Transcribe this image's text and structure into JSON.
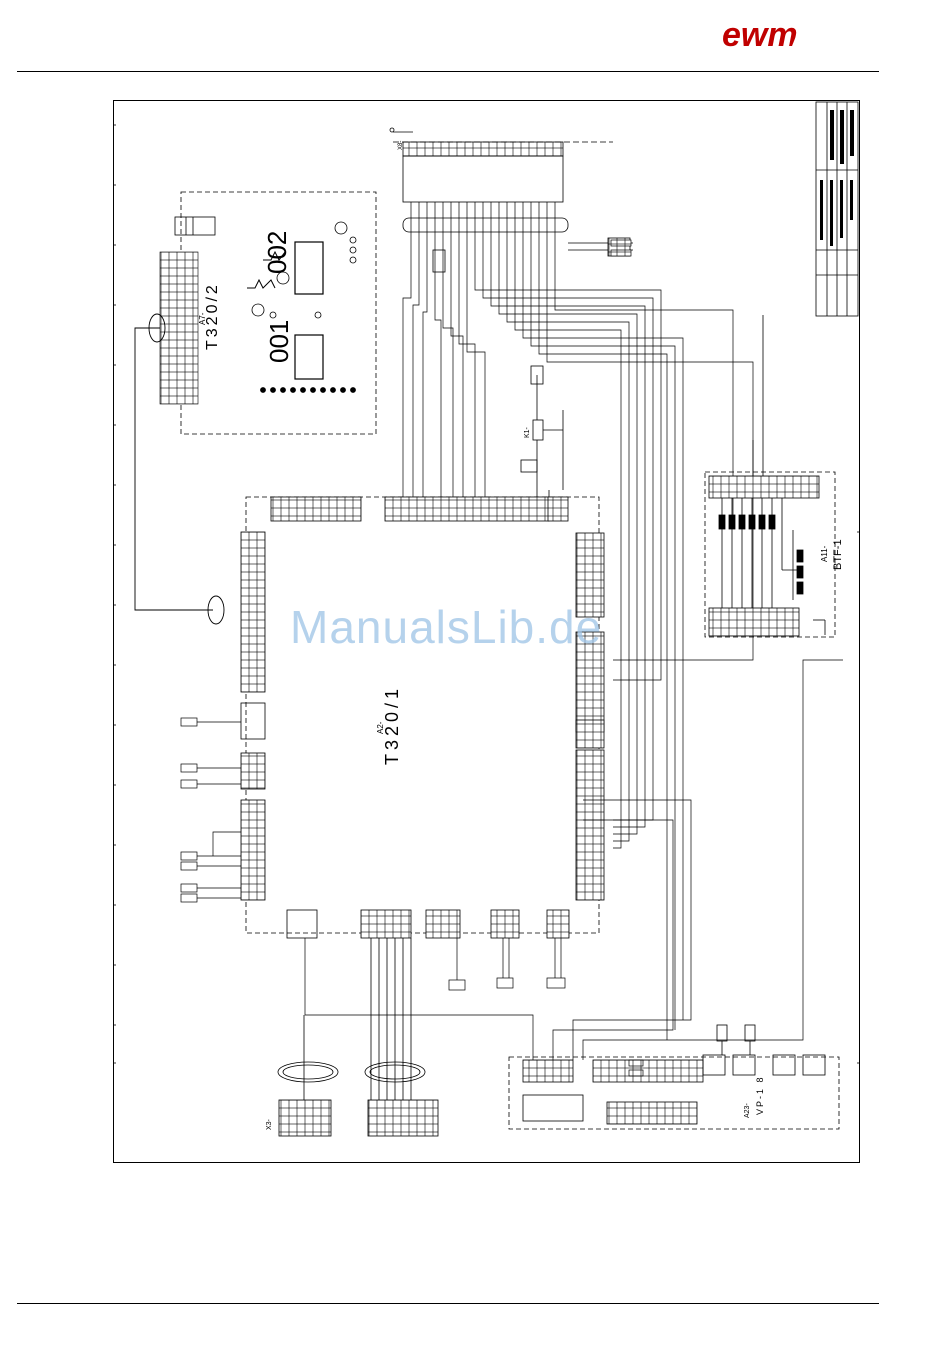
{
  "brand": {
    "logo_text": "ewm",
    "logo_color": "#c00000"
  },
  "watermark": "ManualsLib.de",
  "diagram": {
    "board_main": {
      "ref": "A2-",
      "name": "T320/1"
    },
    "board_display": {
      "ref": "A7-",
      "name": "T320/2"
    },
    "board_vp": {
      "ref": "A23-",
      "name": "VP-1 8"
    },
    "board_btf": {
      "ref": "A11-",
      "name": "BTF-1"
    },
    "relay": "K1-",
    "display_left": "001",
    "display_right": "002",
    "connector_xb1": "X8-",
    "connector_xb2": "X3-"
  }
}
